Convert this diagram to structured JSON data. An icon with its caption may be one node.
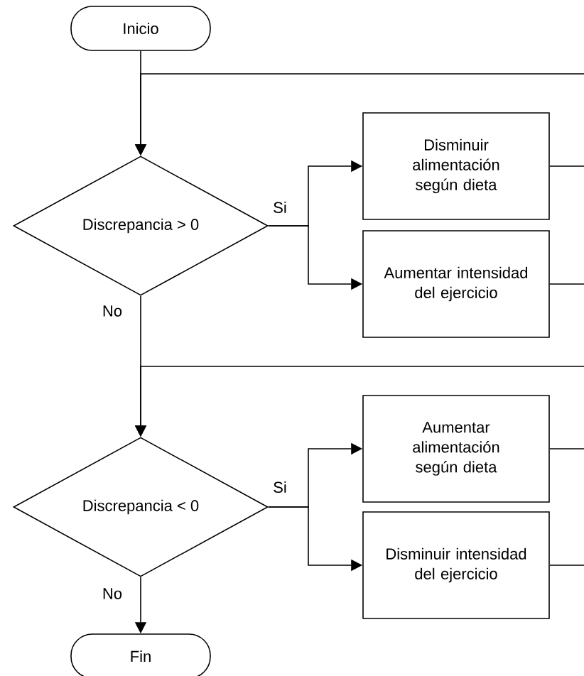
{
  "diagram": {
    "nodes": [
      {
        "text": [
          "Inicio"
        ]
      },
      {
        "text": [
          "Discrepancia > 0"
        ]
      },
      {
        "text": [
          "Disminuir alimentación según dieta"
        ]
      },
      {
        "text": [
          "Aumentar intensidad del ejercicio"
        ]
      },
      {
        "text": [
          "Discrepancia < 0"
        ]
      },
      {
        "text": [
          "Aumentar alimentación según dieta"
        ]
      },
      {
        "text": [
          "Disminuir intensidad del ejercicio"
        ]
      },
      {
        "text": [
          "Fin"
        ]
      }
    ],
    "edges": [
      {
        "from": 0,
        "to": 1,
        "arrow": "to"
      },
      {
        "from": null,
        "to": 1,
        "arrow": "to"
      },
      {
        "from": 1,
        "to": 2,
        "arrow": "to",
        "label": "Si"
      },
      {
        "from": 1,
        "to": 3,
        "arrow": "to"
      },
      {
        "from": 2,
        "to": null,
        "arrow": "none"
      },
      {
        "from": 3,
        "to": null,
        "arrow": "none"
      },
      {
        "from": 1,
        "to": 4,
        "arrow": "to",
        "label": "No"
      },
      {
        "from": null,
        "to": 4,
        "arrow": "to"
      },
      {
        "from": 4,
        "to": 5,
        "arrow": "to",
        "label": "Si"
      },
      {
        "from": 4,
        "to": 6,
        "arrow": "to"
      },
      {
        "from": 5,
        "to": null,
        "arrow": "none"
      },
      {
        "from": 6,
        "to": null,
        "arrow": "none"
      },
      {
        "from": 4,
        "to": 7,
        "arrow": "to",
        "label": "No"
      }
    ]
  }
}
